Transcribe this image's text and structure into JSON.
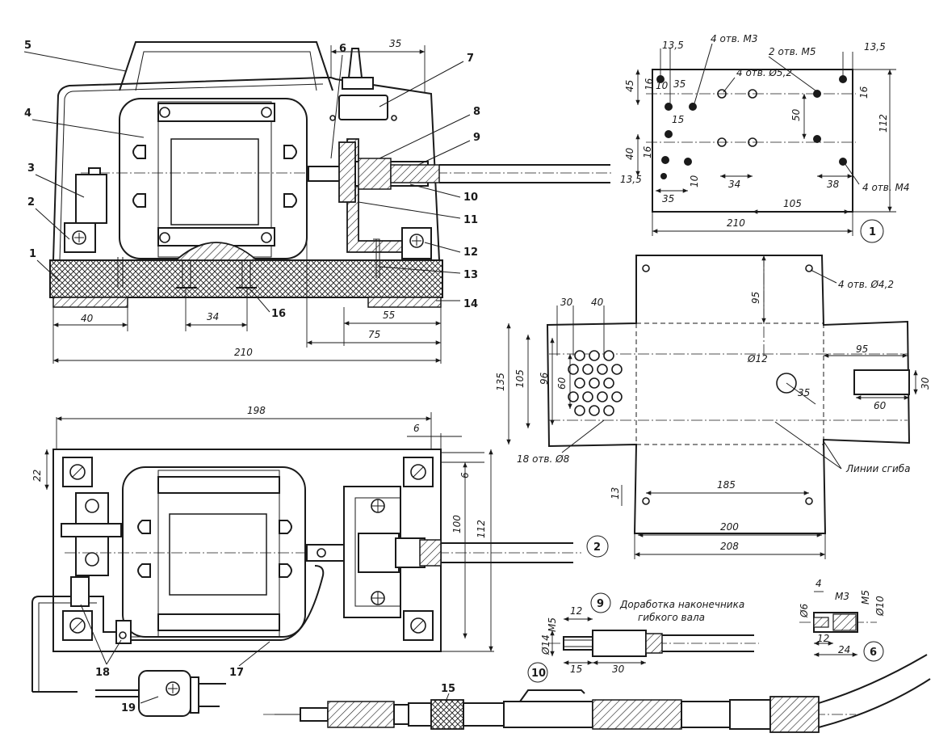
{
  "sheet": {
    "part_labels": [
      "1",
      "2",
      "3",
      "4",
      "5",
      "6",
      "7",
      "8",
      "9",
      "10",
      "11",
      "12",
      "13",
      "14",
      "15",
      "16",
      "17",
      "18",
      "19"
    ],
    "side_view": {
      "dims": {
        "top": "35",
        "base_left": "40",
        "center": "34",
        "right": "55",
        "right_total": "75",
        "total": "210"
      }
    },
    "top_view": {
      "dims": {
        "length": "198",
        "edge": "6",
        "top_off": "22",
        "side_off": "6",
        "inner_w": "100",
        "total_w": "112"
      }
    },
    "plate1": {
      "circle": "1",
      "notes": {
        "m3": "4 отв. М3",
        "m5": "2 отв. М5",
        "d52": "4 отв. Ø5,2",
        "m4": "4 отв. М4"
      },
      "dims": {
        "a": "13,5",
        "b": "13,5",
        "c": "45",
        "d": "16",
        "e": "10",
        "f": "35",
        "g": "15",
        "h": "50",
        "i": "16",
        "j": "112",
        "k": "40",
        "l": "16",
        "m": "13,5",
        "n": "10",
        "o": "35",
        "p": "34",
        "q": "38",
        "r": "105",
        "s": "210"
      }
    },
    "plate2": {
      "circle": "2",
      "notes": {
        "d42": "4 отв. Ø4,2",
        "d8": "18 отв. Ø8",
        "bend": "Линии сгиба",
        "d12": "Ø12"
      },
      "dims": {
        "a": "30",
        "b": "40",
        "c": "95",
        "d": "95",
        "e": "135",
        "f": "105",
        "g": "96",
        "h": "60",
        "i": "35",
        "j": "30",
        "k": "60",
        "l": "13",
        "m": "185",
        "n": "200",
        "o": "208"
      }
    },
    "detail9": {
      "circle": "9",
      "title_1": "Доработка наконечника",
      "title_2": "гибкого вала",
      "dims": {
        "m5": "М5",
        "d14": "Ø14",
        "a": "12",
        "b": "15",
        "c": "30"
      }
    },
    "detail10": {
      "circle": "10"
    },
    "detail6": {
      "circle": "6",
      "dims": {
        "a": "4",
        "b": "Ø6",
        "c": "М3",
        "d": "М5",
        "e": "Ø10",
        "f": "12",
        "g": "24"
      }
    }
  }
}
